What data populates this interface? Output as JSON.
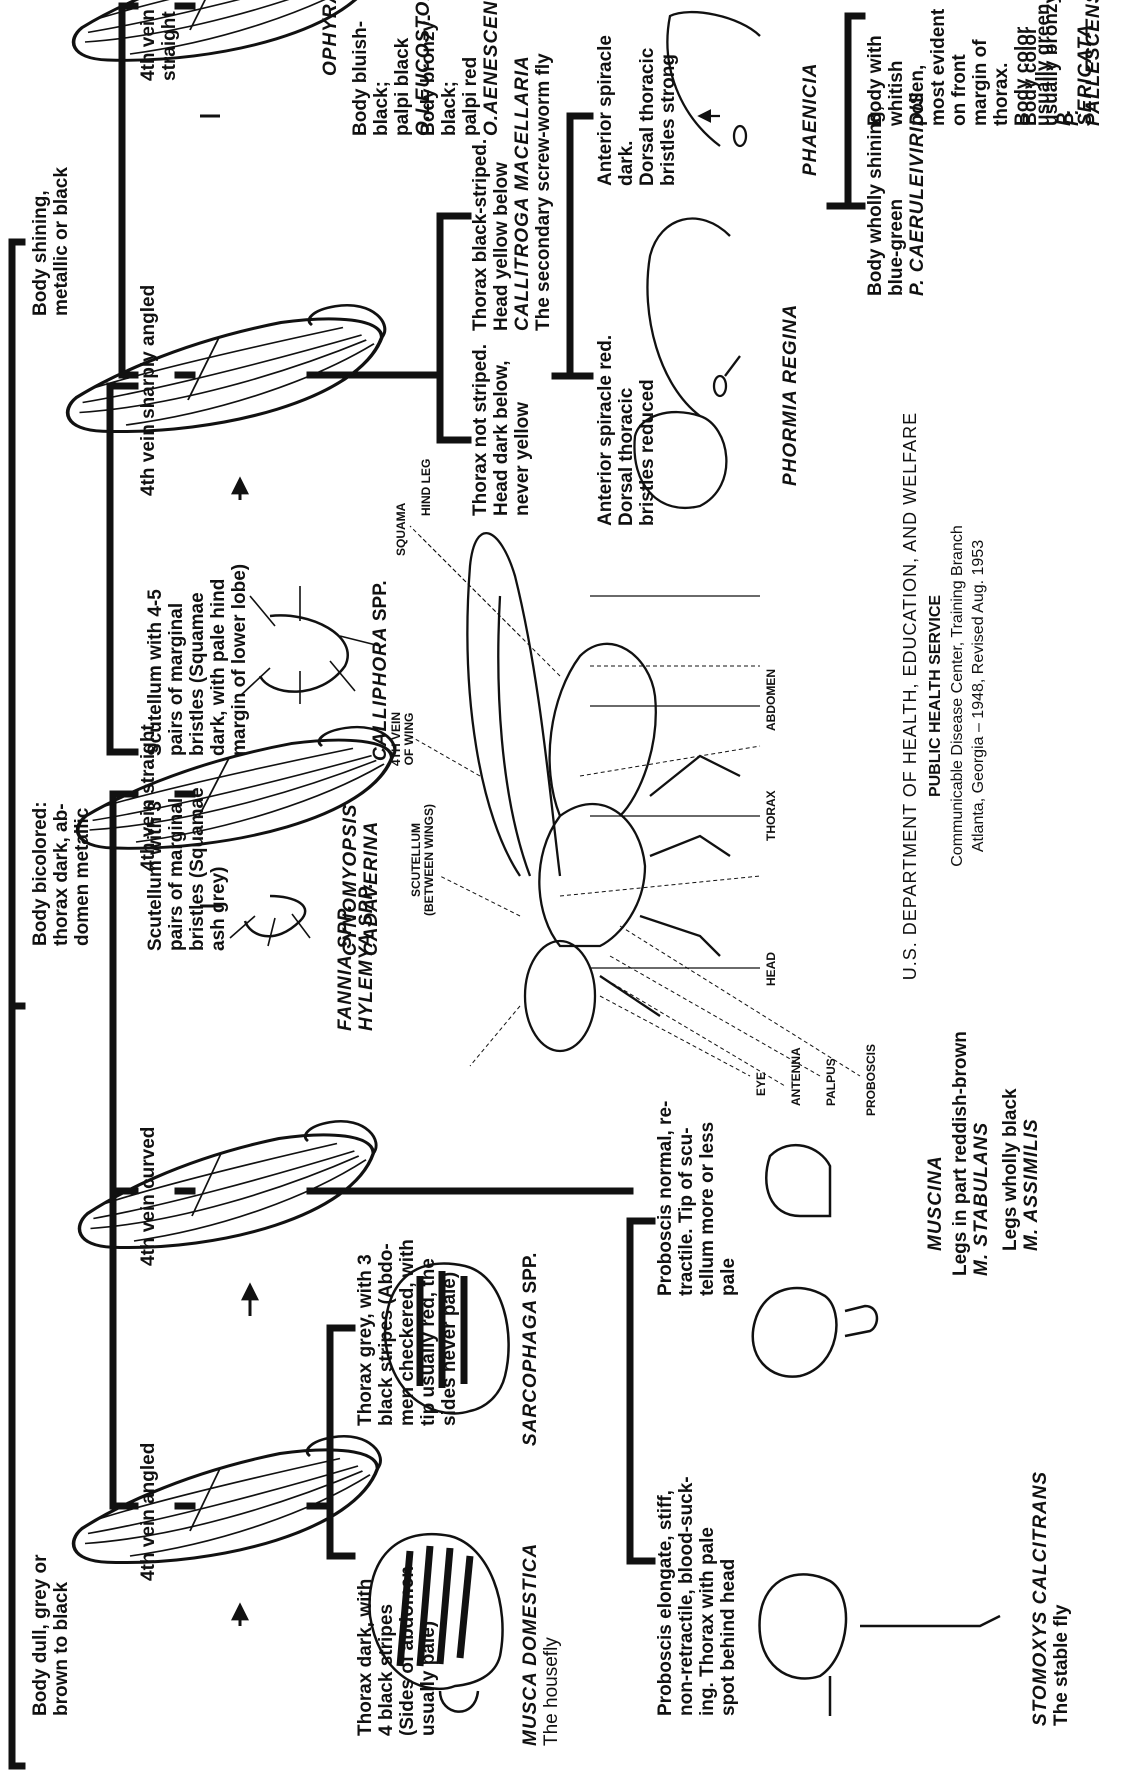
{
  "key": {
    "body_dull": "Body dull, grey or\nbrown to black",
    "body_bicolored": "Body bicolored:\nthorax dark, ab-\ndomen metallic",
    "body_shining": "Body shining,\nmetallic or black",
    "vein_angled": "4th vein angled",
    "vein_curved": "4th vein curved",
    "vein_straight_1": "4th vein straight",
    "vein_sharply_angled": "4th vein sharply angled",
    "vein_straight_2": "4th vein straight",
    "fannia": "FANNIA SPP.",
    "hylemya": "HYLEMYA SPP.",
    "cyno_desc": "Scutellum with 3\npairs of marginal\nbristles (Squamae\nash grey)",
    "cyno_name": "CYNOMYOPSIS\nCADAVERINA",
    "calli_desc": "Scutellum with 4-5\npairs of marginal\nbristles (Squamae\ndark, with pale hind\nmargin of lower lobe)",
    "calli_name": "CALLIPHORA",
    "calli_spp": "SPP.",
    "ophyra": "OPHYRA",
    "oleuco_desc": "Body bluish-black;\npalpi black",
    "oleuco_name": "O.LEUCOSTOMA",
    "oaene_desc": "Body bronzy-black;\npalpi red",
    "oaene_name": "O.AENESCENS",
    "musca_desc": "Thorax dark, with\n4 black stripes\n(Sides of abdomen\nusually pale)",
    "musca_name": "MUSCA DOMESTICA",
    "musca_common": "The housefly",
    "sarco_desc": "Thorax grey, with 3\nblack stripes (Abdo-\nmen checkered, with\ntip usually red, the\nsides never pale)",
    "sarco_name": "SARCOPHAGA",
    "sarco_spp": "SPP.",
    "stomo_desc": "Proboscis elongate, stiff,\nnon-retractile, blood-suck-\ning. Thorax with pale\nspot behind head",
    "stomo_name": "STOMOXYS CALCITRANS",
    "stomo_common": "The stable fly",
    "musc_desc": "Proboscis normal, re-\ntractile. Tip of scu-\ntellum more or less\npale",
    "muscina": "MUSCINA",
    "mstab_desc": "Legs in part reddish-brown",
    "mstab_name": "M. STABULANS",
    "massim_desc": "Legs wholly black",
    "massim_name": "M. ASSIMILIS",
    "thorax_not_striped": "Thorax not striped.\nHead dark below,\nnever yellow",
    "calli_mac_desc": "Thorax black-striped.\nHead yellow below",
    "calli_mac_name": "CALLITROGA MACELLARIA",
    "calli_mac_common": "The secondary screw-worm fly",
    "spiracle_red": "Anterior spiracle red.\nDorsal thoracic\nbristles reduced",
    "spiracle_dark": "Anterior spiracle dark.\nDorsal thoracic\nbristles strong",
    "phormia": "PHORMIA REGINA",
    "phaenicia": "PHAENICIA",
    "pcaer_desc": "Body wholly shining,\nblue-green",
    "pcaer_name": "P. CAERULEIVIRIDIS",
    "pseri_desc": "Body with whitish pollen,\nmost evident on front\nmargin of thorax.\nBody color usually green",
    "pseri_name": "P. SERICATA",
    "ppall_desc": "Body color usually bronzy",
    "ppall_name": "P. PALLESCENS"
  },
  "anatomy": {
    "scutellum": "SCUTELLUM\n(BETWEEN WINGS)",
    "fourth_vein": "4TH VEIN\nOF WING",
    "squama": "SQUAMA",
    "hind_leg": "HIND LEG",
    "eye": "EYE",
    "antenna": "ANTENNA",
    "palpus": "PALPUS",
    "proboscis": "PROBOSCIS",
    "head": "HEAD",
    "thorax": "THORAX",
    "abdomen": "ABDOMEN"
  },
  "footer": {
    "line1": "U.S. DEPARTMENT OF HEALTH, EDUCATION, AND WELFARE",
    "line2": "PUBLIC HEALTH SERVICE",
    "line3": "Communicable Disease Center, Training Branch",
    "line4": "Atlanta, Georgia – 1948, Revised Aug. 1953"
  },
  "colors": {
    "ink": "#111111",
    "paper": "#ffffff"
  }
}
